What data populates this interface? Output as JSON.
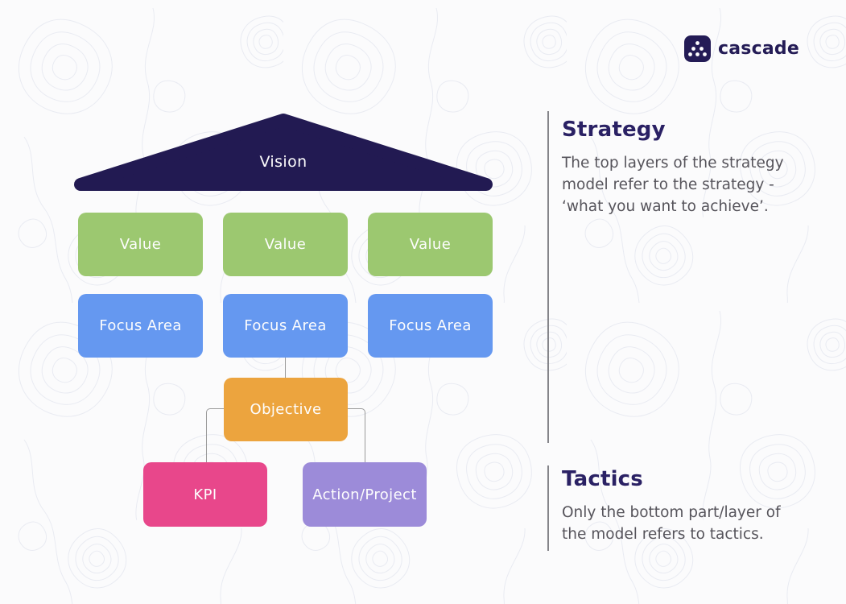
{
  "logo": {
    "label": "cascade",
    "icon": "dot-pyramid-logo-icon"
  },
  "diagram": {
    "vision": {
      "label": "Vision"
    },
    "value_boxes": [
      {
        "label": "Value"
      },
      {
        "label": "Value"
      },
      {
        "label": "Value"
      }
    ],
    "focus_boxes": [
      {
        "label": "Focus Area"
      },
      {
        "label": "Focus Area"
      },
      {
        "label": "Focus Area"
      }
    ],
    "objective": {
      "label": "Objective"
    },
    "kpi": {
      "label": "KPI"
    },
    "action": {
      "label": "Action/Project"
    }
  },
  "annotations": {
    "strategy": {
      "title": "Strategy",
      "body": "The top layers of the strategy\nmodel refer to the strategy -\n‘what you want to achieve’."
    },
    "tactics": {
      "title": "Tactics",
      "body": "Only the bottom part/layer of\nthe model refers to tactics."
    }
  },
  "colors": {
    "vision_navy": "#221a52",
    "logo_navy": "#241c56",
    "value_green": "#9cc870",
    "focus_blue": "#6598f0",
    "objective_orange": "#eca43e",
    "kpi_pink": "#e8478b",
    "action_purple": "#9c8bd9",
    "heading_navy": "#2a2164",
    "body_gray": "#56545b",
    "connector_gray": "#9a9a9a",
    "divider_gray": "#85858a",
    "background": "#fbfbfc"
  }
}
